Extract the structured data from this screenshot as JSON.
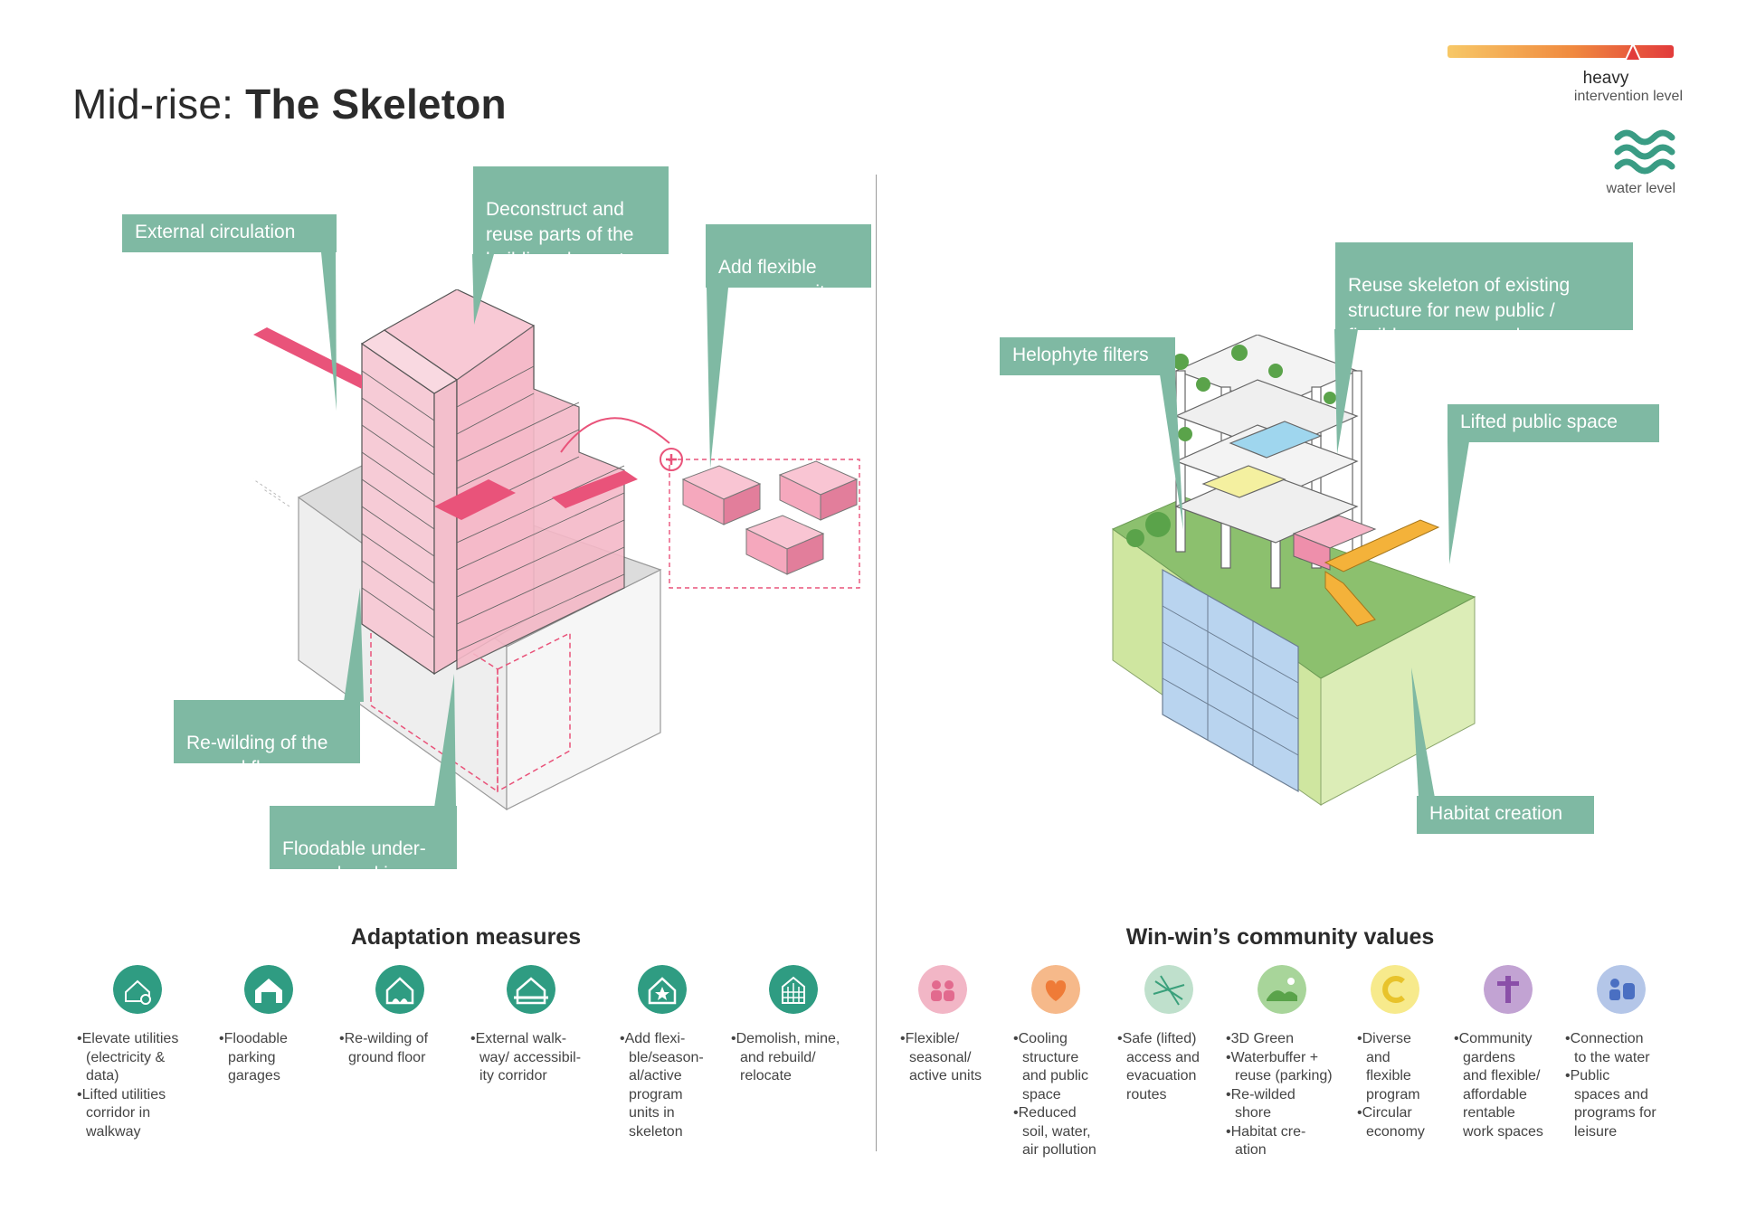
{
  "title": {
    "prefix": "Mid-rise:",
    "bold": "The Skeleton"
  },
  "intervention": {
    "level_word": "heavy",
    "label": "intervention level",
    "level_fraction": 0.82
  },
  "water": {
    "label": "water level",
    "icon": "water-waves-icon"
  },
  "colors": {
    "teal": "#7fb9a3",
    "icon_teal": "#2f9c82",
    "pink": "#e9537a"
  },
  "left_callouts": [
    {
      "id": "external-circulation",
      "text": "External circulation"
    },
    {
      "id": "deconstruct",
      "text": "Deconstruct and\nreuse parts of the\nbuilding elements"
    },
    {
      "id": "add-flexible",
      "text": "Add flexible\nprogram units"
    },
    {
      "id": "rewilding",
      "text": "Re-wilding of the\nground floor"
    },
    {
      "id": "floodable",
      "text": "Floodable under-\nground parking"
    }
  ],
  "right_callouts": [
    {
      "id": "reuse-skeleton",
      "text": "Reuse skeleton of existing\nstructure for new public /\nflexible program and green"
    },
    {
      "id": "helophyte",
      "text": "Helophyte filters"
    },
    {
      "id": "lifted-public",
      "text": "Lifted public space"
    },
    {
      "id": "habitat",
      "text": "Habitat creation"
    }
  ],
  "adaptation": {
    "title": "Adaptation measures",
    "items": [
      {
        "icon": "elevate-utilities-icon",
        "bullets": [
          "Elevate utilities\n(electricity &\ndata)",
          "Lifted utilities\ncorridor in\nwalkway"
        ]
      },
      {
        "icon": "floodable-garage-icon",
        "bullets": [
          "Floodable\nparking\ngarages"
        ]
      },
      {
        "icon": "rewilding-house-icon",
        "bullets": [
          "Re-wilding of\nground floor"
        ]
      },
      {
        "icon": "external-walkway-icon",
        "bullets": [
          "External walk-\nway/ accessibil-\nity corridor"
        ]
      },
      {
        "icon": "flexible-units-icon",
        "bullets": [
          "Add flexi-\nble/season-\nal/active\nprogram\nunits in\nskeleton"
        ]
      },
      {
        "icon": "demolish-rebuild-icon",
        "bullets": [
          "Demolish, mine,\nand rebuild/\nrelocate"
        ]
      }
    ]
  },
  "values": {
    "title": "Win-win’s community values",
    "items": [
      {
        "icon": "people-icon",
        "color": "#f2b6c6",
        "bullets": [
          "Flexible/\nseasonal/\nactive units"
        ]
      },
      {
        "icon": "heart-icon",
        "color": "#f6b98a",
        "bullets": [
          "Cooling\nstructure\nand public\nspace",
          "Reduced\nsoil, water,\nair pollution"
        ]
      },
      {
        "icon": "map-grid-icon",
        "color": "#bfe0cc",
        "bullets": [
          "Safe (lifted)\naccess and\nevacuation\nroutes"
        ]
      },
      {
        "icon": "green-landscape-icon",
        "color": "#a8d59a",
        "bullets": [
          "3D Green",
          "Waterbuffer +\nreuse (parking)",
          "Re-wilded\nshore",
          "Habitat cre-\nation"
        ]
      },
      {
        "icon": "circular-economy-icon",
        "color": "#f7ea8c",
        "bullets": [
          "Diverse\nand\nflexible\nprogram",
          "Circular\neconomy"
        ]
      },
      {
        "icon": "community-garden-icon",
        "color": "#c2a3d3",
        "bullets": [
          "Community\ngardens\nand flexible/\naffordable\nrentable\nwork spaces"
        ]
      },
      {
        "icon": "water-connection-icon",
        "color": "#b4c6e8",
        "bullets": [
          "Connection\nto the water",
          "Public\nspaces and\nprograms for\nleisure"
        ]
      }
    ]
  }
}
